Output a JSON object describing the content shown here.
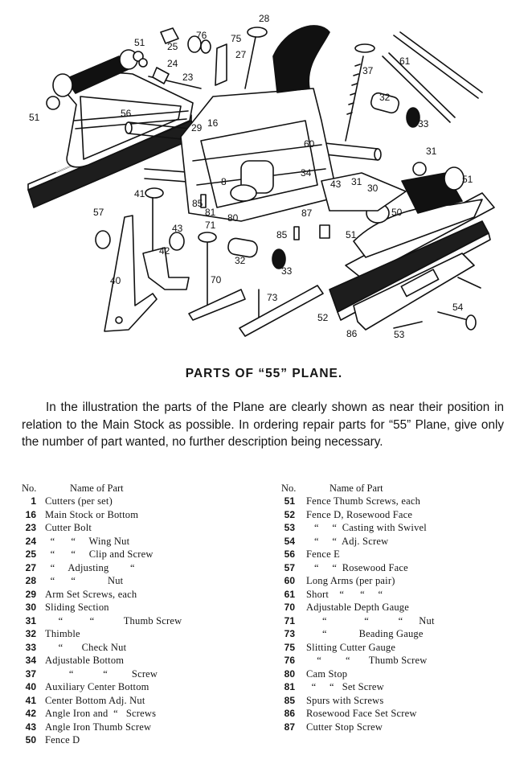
{
  "illustration": {
    "labels": [
      "28",
      "51",
      "25",
      "76",
      "75",
      "27",
      "61",
      "37",
      "24",
      "23",
      "32",
      "33",
      "56",
      "16",
      "29",
      "51",
      "60",
      "31",
      "34",
      "31",
      "41",
      "85",
      "81",
      "30",
      "51",
      "8",
      "43",
      "71",
      "80",
      "87",
      "50",
      "57",
      "43",
      "42",
      "85",
      "51",
      "32",
      "33",
      "40",
      "70",
      "73",
      "54",
      "52",
      "86",
      "53"
    ]
  },
  "title": "PARTS OF “55” PLANE.",
  "intro": "In the illustration the parts of the Plane are clearly shown as near their position in relation to the Main Stock as possible.  In ordering repair parts for “55” Plane, give only the number of part wanted, no further description being necessary.",
  "columns": {
    "no_header": "No.",
    "name_header": "Name of Part"
  },
  "parts_left": [
    {
      "no": "1",
      "name": "Cutters (per set)"
    },
    {
      "no": "16",
      "name": "Main Stock or Bottom"
    },
    {
      "no": "23",
      "name": "Cutter Bolt"
    },
    {
      "no": "24",
      "name": "  “      “     Wing Nut"
    },
    {
      "no": "25",
      "name": "  “      “     Clip and Screw"
    },
    {
      "no": "27",
      "name": "  “     Adjusting        “"
    },
    {
      "no": "28",
      "name": "  “      “            Nut"
    },
    {
      "no": "29",
      "name": "Arm Set Screws, each"
    },
    {
      "no": "30",
      "name": "Sliding Section"
    },
    {
      "no": "31",
      "name": "     “          “           Thumb Screw"
    },
    {
      "no": "32",
      "name": "Thimble"
    },
    {
      "no": "33",
      "name": "     “       Check Nut"
    },
    {
      "no": "34",
      "name": "Adjustable Bottom"
    },
    {
      "no": "37",
      "name": "         “           “         Screw"
    },
    {
      "no": "40",
      "name": "Auxiliary Center Bottom"
    },
    {
      "no": "41",
      "name": "Center Bottom Adj. Nut"
    },
    {
      "no": "42",
      "name": "Angle Iron and  “   Screws"
    },
    {
      "no": "43",
      "name": "Angle Iron Thumb Screw"
    },
    {
      "no": "50",
      "name": "Fence D"
    }
  ],
  "parts_right": [
    {
      "no": "51",
      "name": "Fence Thumb Screws, each"
    },
    {
      "no": "52",
      "name": "Fence D, Rosewood Face"
    },
    {
      "no": "53",
      "name": "   “     “  Casting with Swivel"
    },
    {
      "no": "54",
      "name": "   “     “  Adj. Screw"
    },
    {
      "no": "56",
      "name": "Fence E"
    },
    {
      "no": "57",
      "name": "   “     “  Rosewood Face"
    },
    {
      "no": "60",
      "name": "Long Arms (per pair)"
    },
    {
      "no": "61",
      "name": "Short    “      “     “"
    },
    {
      "no": "70",
      "name": "Adjustable Depth Gauge"
    },
    {
      "no": "71",
      "name": "      “              “           “      Nut"
    },
    {
      "no": "73",
      "name": "      “            Beading Gauge"
    },
    {
      "no": "75",
      "name": "Slitting Cutter Gauge"
    },
    {
      "no": "76",
      "name": "    “         “       Thumb Screw"
    },
    {
      "no": "80",
      "name": "Cam Stop"
    },
    {
      "no": "81",
      "name": "  “     “   Set Screw"
    },
    {
      "no": "85",
      "name": "Spurs with Screws"
    },
    {
      "no": "86",
      "name": "Rosewood Face Set Screw"
    },
    {
      "no": "87",
      "name": "Cutter Stop Screw"
    }
  ]
}
